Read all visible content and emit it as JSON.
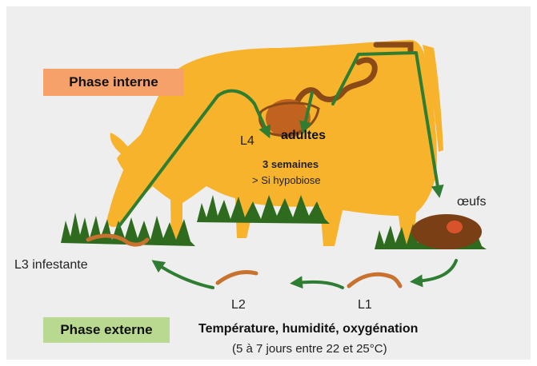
{
  "phases": {
    "internal": "Phase interne",
    "external": "Phase externe"
  },
  "stages": {
    "adults": "adultes",
    "l4": "L4",
    "duration": "3 semaines",
    "hypobiosis": "> Si hypobiose",
    "eggs": "œufs",
    "l3": "L3 infestante",
    "l2": "L2",
    "l1": "L1"
  },
  "conditions": {
    "factors": "Température, humidité, oxygénation",
    "timing": "(5 à 7 jours entre 22 et 25°C)"
  },
  "colors": {
    "cow": "#f7b32b",
    "arrow": "#2e7d32",
    "grass": "#2f6b1f",
    "larva": "#c9712f",
    "phase_interne_bg": "#f6a06a",
    "phase_externe_bg": "#b8d98f"
  }
}
